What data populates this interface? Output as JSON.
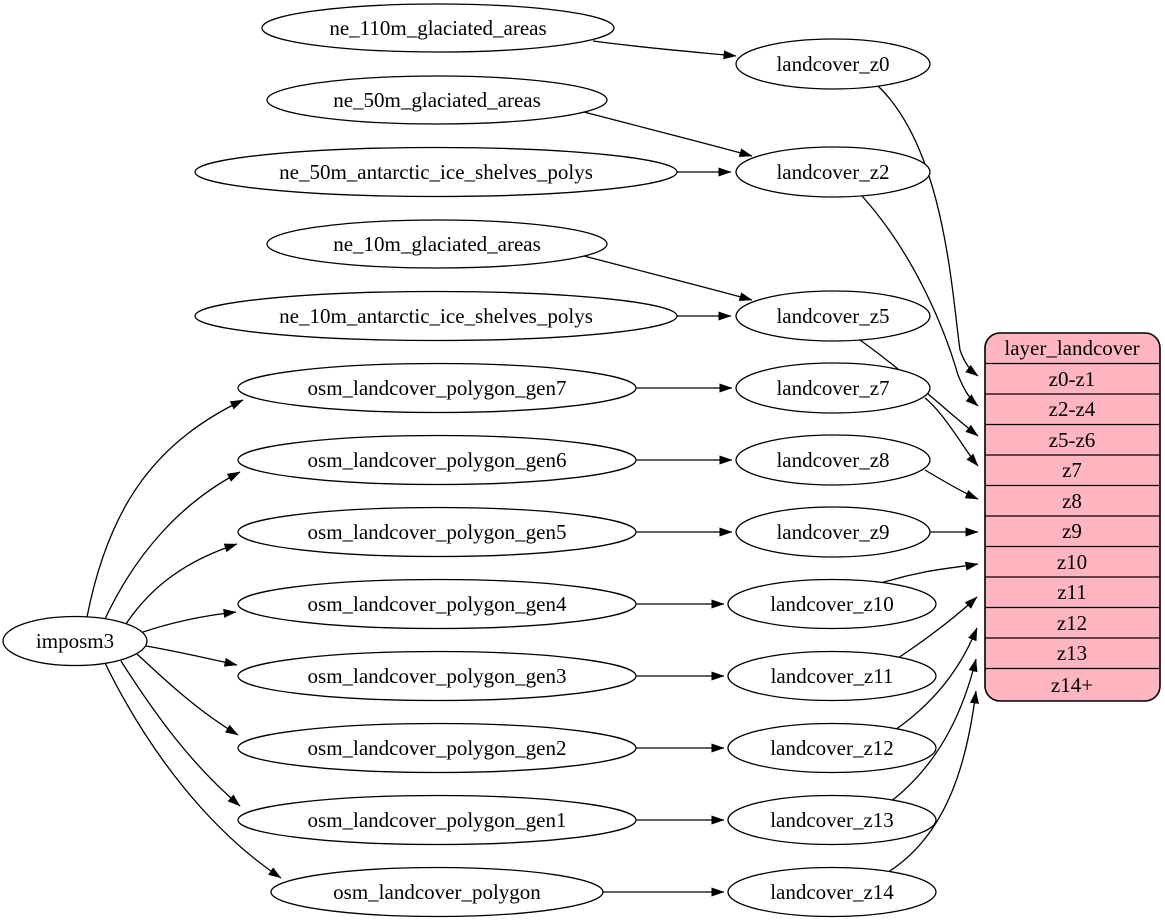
{
  "diagram": {
    "kind": "dependency-graph",
    "background": "#ffffff"
  },
  "nodes": [
    {
      "id": "imposm3",
      "label": "imposm3"
    },
    {
      "id": "ne_110m_glaciated_areas",
      "label": "ne_110m_glaciated_areas"
    },
    {
      "id": "ne_50m_glaciated_areas",
      "label": "ne_50m_glaciated_areas"
    },
    {
      "id": "ne_50m_antarctic_ice_shelves_polys",
      "label": "ne_50m_antarctic_ice_shelves_polys"
    },
    {
      "id": "ne_10m_glaciated_areas",
      "label": "ne_10m_glaciated_areas"
    },
    {
      "id": "ne_10m_antarctic_ice_shelves_polys",
      "label": "ne_10m_antarctic_ice_shelves_polys"
    },
    {
      "id": "osm_landcover_polygon_gen7",
      "label": "osm_landcover_polygon_gen7"
    },
    {
      "id": "osm_landcover_polygon_gen6",
      "label": "osm_landcover_polygon_gen6"
    },
    {
      "id": "osm_landcover_polygon_gen5",
      "label": "osm_landcover_polygon_gen5"
    },
    {
      "id": "osm_landcover_polygon_gen4",
      "label": "osm_landcover_polygon_gen4"
    },
    {
      "id": "osm_landcover_polygon_gen3",
      "label": "osm_landcover_polygon_gen3"
    },
    {
      "id": "osm_landcover_polygon_gen2",
      "label": "osm_landcover_polygon_gen2"
    },
    {
      "id": "osm_landcover_polygon_gen1",
      "label": "osm_landcover_polygon_gen1"
    },
    {
      "id": "osm_landcover_polygon",
      "label": "osm_landcover_polygon"
    },
    {
      "id": "landcover_z0",
      "label": "landcover_z0"
    },
    {
      "id": "landcover_z2",
      "label": "landcover_z2"
    },
    {
      "id": "landcover_z5",
      "label": "landcover_z5"
    },
    {
      "id": "landcover_z7",
      "label": "landcover_z7"
    },
    {
      "id": "landcover_z8",
      "label": "landcover_z8"
    },
    {
      "id": "landcover_z9",
      "label": "landcover_z9"
    },
    {
      "id": "landcover_z10",
      "label": "landcover_z10"
    },
    {
      "id": "landcover_z11",
      "label": "landcover_z11"
    },
    {
      "id": "landcover_z12",
      "label": "landcover_z12"
    },
    {
      "id": "landcover_z13",
      "label": "landcover_z13"
    },
    {
      "id": "landcover_z14",
      "label": "landcover_z14"
    }
  ],
  "table": {
    "title": "layer_landcover",
    "fill": "#ffb6c1",
    "rows": [
      "z0-z1",
      "z2-z4",
      "z5-z6",
      "z7",
      "z8",
      "z9",
      "z10",
      "z11",
      "z12",
      "z13",
      "z14+"
    ]
  },
  "edges": [
    {
      "from": "ne_110m_glaciated_areas",
      "to": "landcover_z0"
    },
    {
      "from": "ne_50m_glaciated_areas",
      "to": "landcover_z2"
    },
    {
      "from": "ne_50m_antarctic_ice_shelves_polys",
      "to": "landcover_z2"
    },
    {
      "from": "ne_10m_glaciated_areas",
      "to": "landcover_z5"
    },
    {
      "from": "ne_10m_antarctic_ice_shelves_polys",
      "to": "landcover_z5"
    },
    {
      "from": "imposm3",
      "to": "osm_landcover_polygon_gen7"
    },
    {
      "from": "imposm3",
      "to": "osm_landcover_polygon_gen6"
    },
    {
      "from": "imposm3",
      "to": "osm_landcover_polygon_gen5"
    },
    {
      "from": "imposm3",
      "to": "osm_landcover_polygon_gen4"
    },
    {
      "from": "imposm3",
      "to": "osm_landcover_polygon_gen3"
    },
    {
      "from": "imposm3",
      "to": "osm_landcover_polygon_gen2"
    },
    {
      "from": "imposm3",
      "to": "osm_landcover_polygon_gen1"
    },
    {
      "from": "imposm3",
      "to": "osm_landcover_polygon"
    },
    {
      "from": "osm_landcover_polygon_gen7",
      "to": "landcover_z7"
    },
    {
      "from": "osm_landcover_polygon_gen6",
      "to": "landcover_z8"
    },
    {
      "from": "osm_landcover_polygon_gen5",
      "to": "landcover_z9"
    },
    {
      "from": "osm_landcover_polygon_gen4",
      "to": "landcover_z10"
    },
    {
      "from": "osm_landcover_polygon_gen3",
      "to": "landcover_z11"
    },
    {
      "from": "osm_landcover_polygon_gen2",
      "to": "landcover_z12"
    },
    {
      "from": "osm_landcover_polygon_gen1",
      "to": "landcover_z13"
    },
    {
      "from": "osm_landcover_polygon",
      "to": "landcover_z14"
    },
    {
      "from": "landcover_z0",
      "to": "layer_landcover:z0-z1"
    },
    {
      "from": "landcover_z2",
      "to": "layer_landcover:z2-z4"
    },
    {
      "from": "landcover_z5",
      "to": "layer_landcover:z5-z6"
    },
    {
      "from": "landcover_z7",
      "to": "layer_landcover:z7"
    },
    {
      "from": "landcover_z8",
      "to": "layer_landcover:z8"
    },
    {
      "from": "landcover_z9",
      "to": "layer_landcover:z9"
    },
    {
      "from": "landcover_z10",
      "to": "layer_landcover:z10"
    },
    {
      "from": "landcover_z11",
      "to": "layer_landcover:z11"
    },
    {
      "from": "landcover_z12",
      "to": "layer_landcover:z12"
    },
    {
      "from": "landcover_z13",
      "to": "layer_landcover:z13"
    },
    {
      "from": "landcover_z14",
      "to": "layer_landcover:z14+"
    }
  ]
}
